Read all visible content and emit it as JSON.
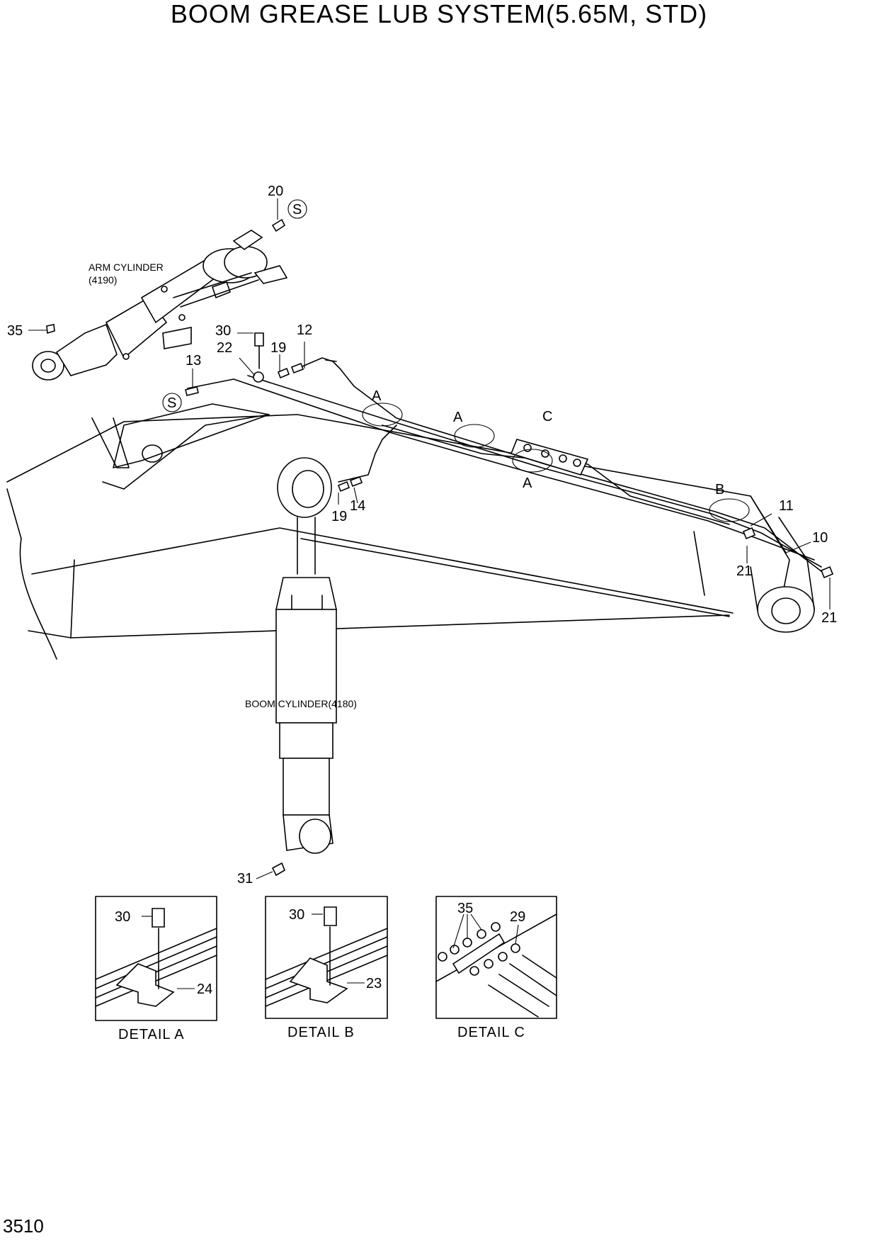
{
  "title": "BOOM GREASE LUB SYSTEM(5.65M, STD)",
  "page_number": "3510",
  "components": {
    "arm_cylinder": "ARM CYLINDER",
    "arm_cylinder_ref": "(4190)",
    "boom_cylinder": "BOOM CYLINDER(4180)"
  },
  "symbols": {
    "s": "S"
  },
  "callouts": {
    "c20": "20",
    "c35": "35",
    "c30": "30",
    "c12": "12",
    "c22": "22",
    "c19a": "19",
    "c13": "13",
    "c19b": "19",
    "c14": "14",
    "c11": "11",
    "c10": "10",
    "c21a": "21",
    "c21b": "21",
    "c31": "31"
  },
  "view_markers": {
    "a1": "A",
    "a2": "A",
    "a3": "A",
    "b": "B",
    "c": "C"
  },
  "details": [
    {
      "label": "DETAIL  A",
      "callouts": [
        "30",
        "24"
      ]
    },
    {
      "label": "DETAIL  B",
      "callouts": [
        "30",
        "23"
      ]
    },
    {
      "label": "DETAIL  C",
      "callouts": [
        "35",
        "29"
      ]
    }
  ]
}
